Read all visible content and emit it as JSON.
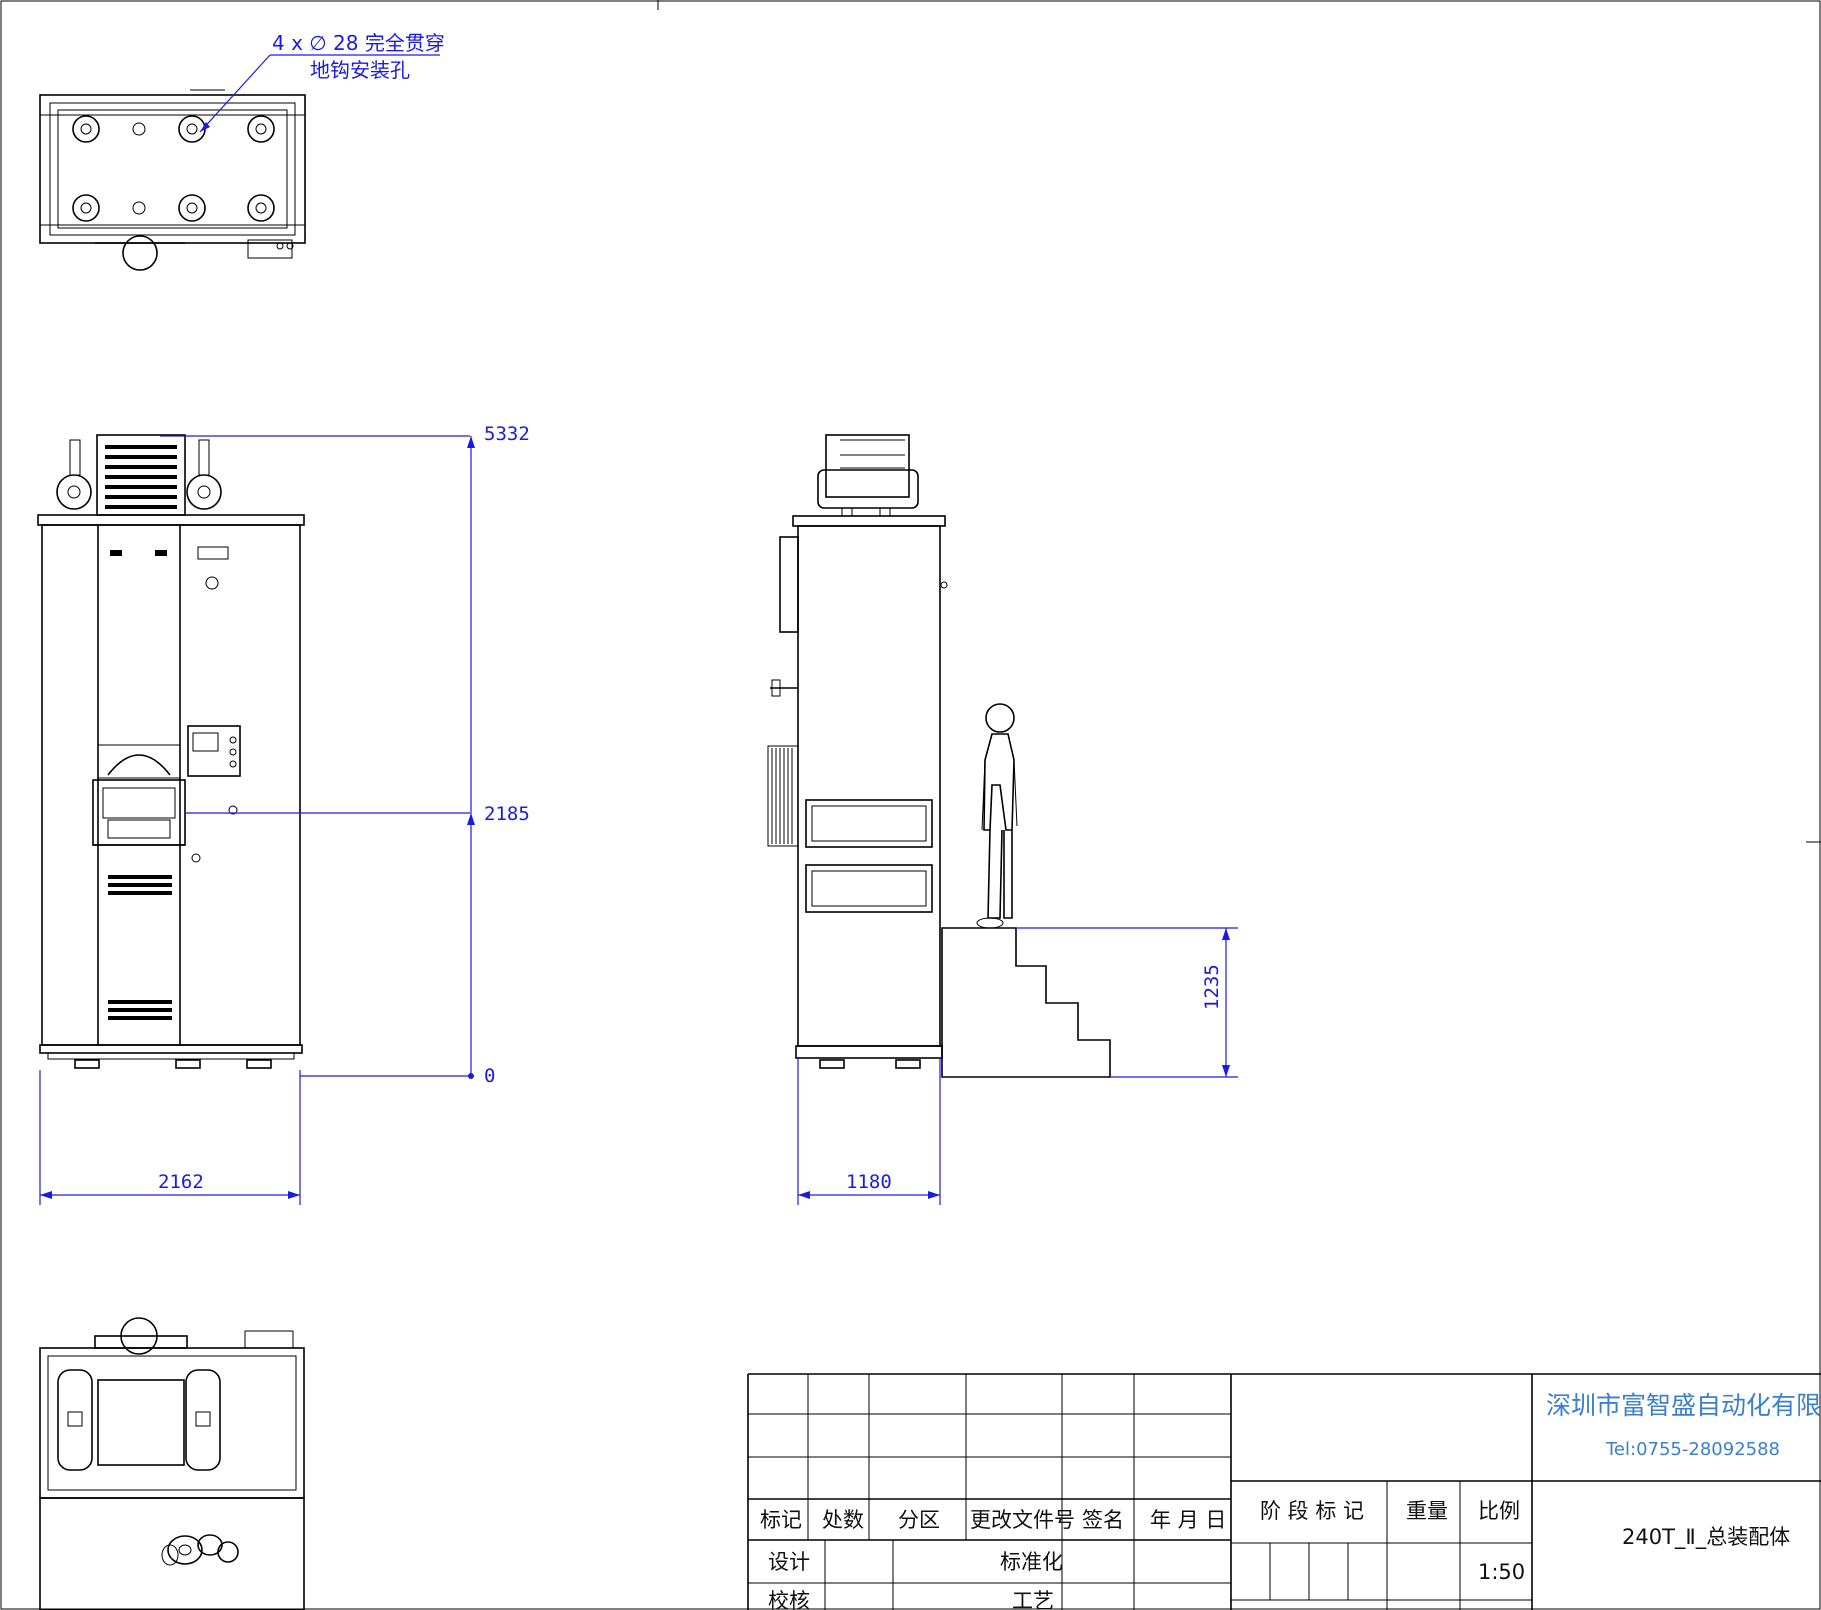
{
  "drawing": {
    "hole_note": {
      "line1": "4 x  ∅ 28  完全贯穿",
      "line2": "地钩安装孔"
    },
    "dimensions": {
      "height_top": "5332",
      "height_mid": "2185",
      "height_zero": "0",
      "front_width": "2162",
      "side_depth": "1180",
      "step_height": "1235"
    }
  },
  "title_block": {
    "revision_headers": [
      "标记",
      "处数",
      "分区",
      "更改文件号",
      "签名",
      "年 月 日"
    ],
    "design_label": "设计",
    "standardize_label": "标准化",
    "check_label": "校核",
    "process_label": "工艺",
    "stage_mark_label": "阶 段 标 记",
    "weight_label": "重量",
    "scale_label": "比例",
    "scale_value": "1:50",
    "company_name": "深圳市富智盛自动化有限公司",
    "company_tel": "Tel:0755-28092588",
    "drawing_title": "240T_Ⅱ_总装配体"
  },
  "colors": {
    "dimension": "#1a1ae6",
    "company": "#3a7fd0",
    "lines": "#000000"
  }
}
